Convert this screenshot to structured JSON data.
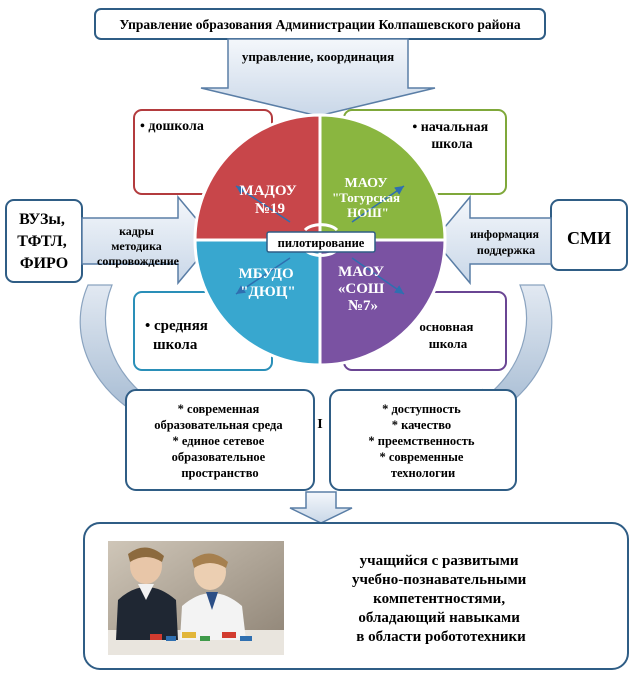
{
  "header": {
    "title": "Управление образования Администрации Колпашевского района",
    "subtitle": "управление, координация"
  },
  "corners": {
    "top_left": "• дошкола",
    "top_right": [
      "• начальная",
      "школа"
    ],
    "bottom_left": [
      "• средняя",
      "школа"
    ],
    "bottom_right": [
      "основная",
      "школа"
    ]
  },
  "circle": {
    "center_label": "пилотирование",
    "q1": [
      "МАДОУ",
      "№19"
    ],
    "q2": [
      "МАОУ",
      "\"Тогурская",
      "НОШ\""
    ],
    "q3": [
      "МБУДО",
      "\"ДЮЦ\""
    ],
    "q4": [
      "МАОУ",
      "«СОШ",
      "№7»"
    ],
    "colors": {
      "q1": "#c8464a",
      "q2": "#8ab640",
      "q3": "#38a7cf",
      "q4": "#7a52a2"
    }
  },
  "left_side": {
    "partners": [
      "ВУЗы,",
      "ТФТЛ,",
      "ФИРО"
    ],
    "arrow_label": [
      "кадры",
      "методика",
      "сопровождение"
    ]
  },
  "right_side": {
    "partner": "СМИ",
    "arrow_label": [
      "информация",
      "поддержка"
    ]
  },
  "middle": {
    "left_box": [
      "* современная",
      "образовательная среда",
      "* единое сетевое",
      "образовательное",
      "пространство"
    ],
    "separator": "I",
    "right_box": [
      "* доступность",
      "* качество",
      "* преемственность",
      "* современные",
      "технологии"
    ]
  },
  "result": {
    "lines": [
      "учащийся с развитыми",
      "учебно-познавательными",
      "компетентностями,",
      "обладающий навыками",
      "в области робототехники"
    ]
  },
  "colors": {
    "box_border": "#2f5d85",
    "arrow_fill": "#e8eef6",
    "arrow_stroke": "#5a7ea6"
  }
}
